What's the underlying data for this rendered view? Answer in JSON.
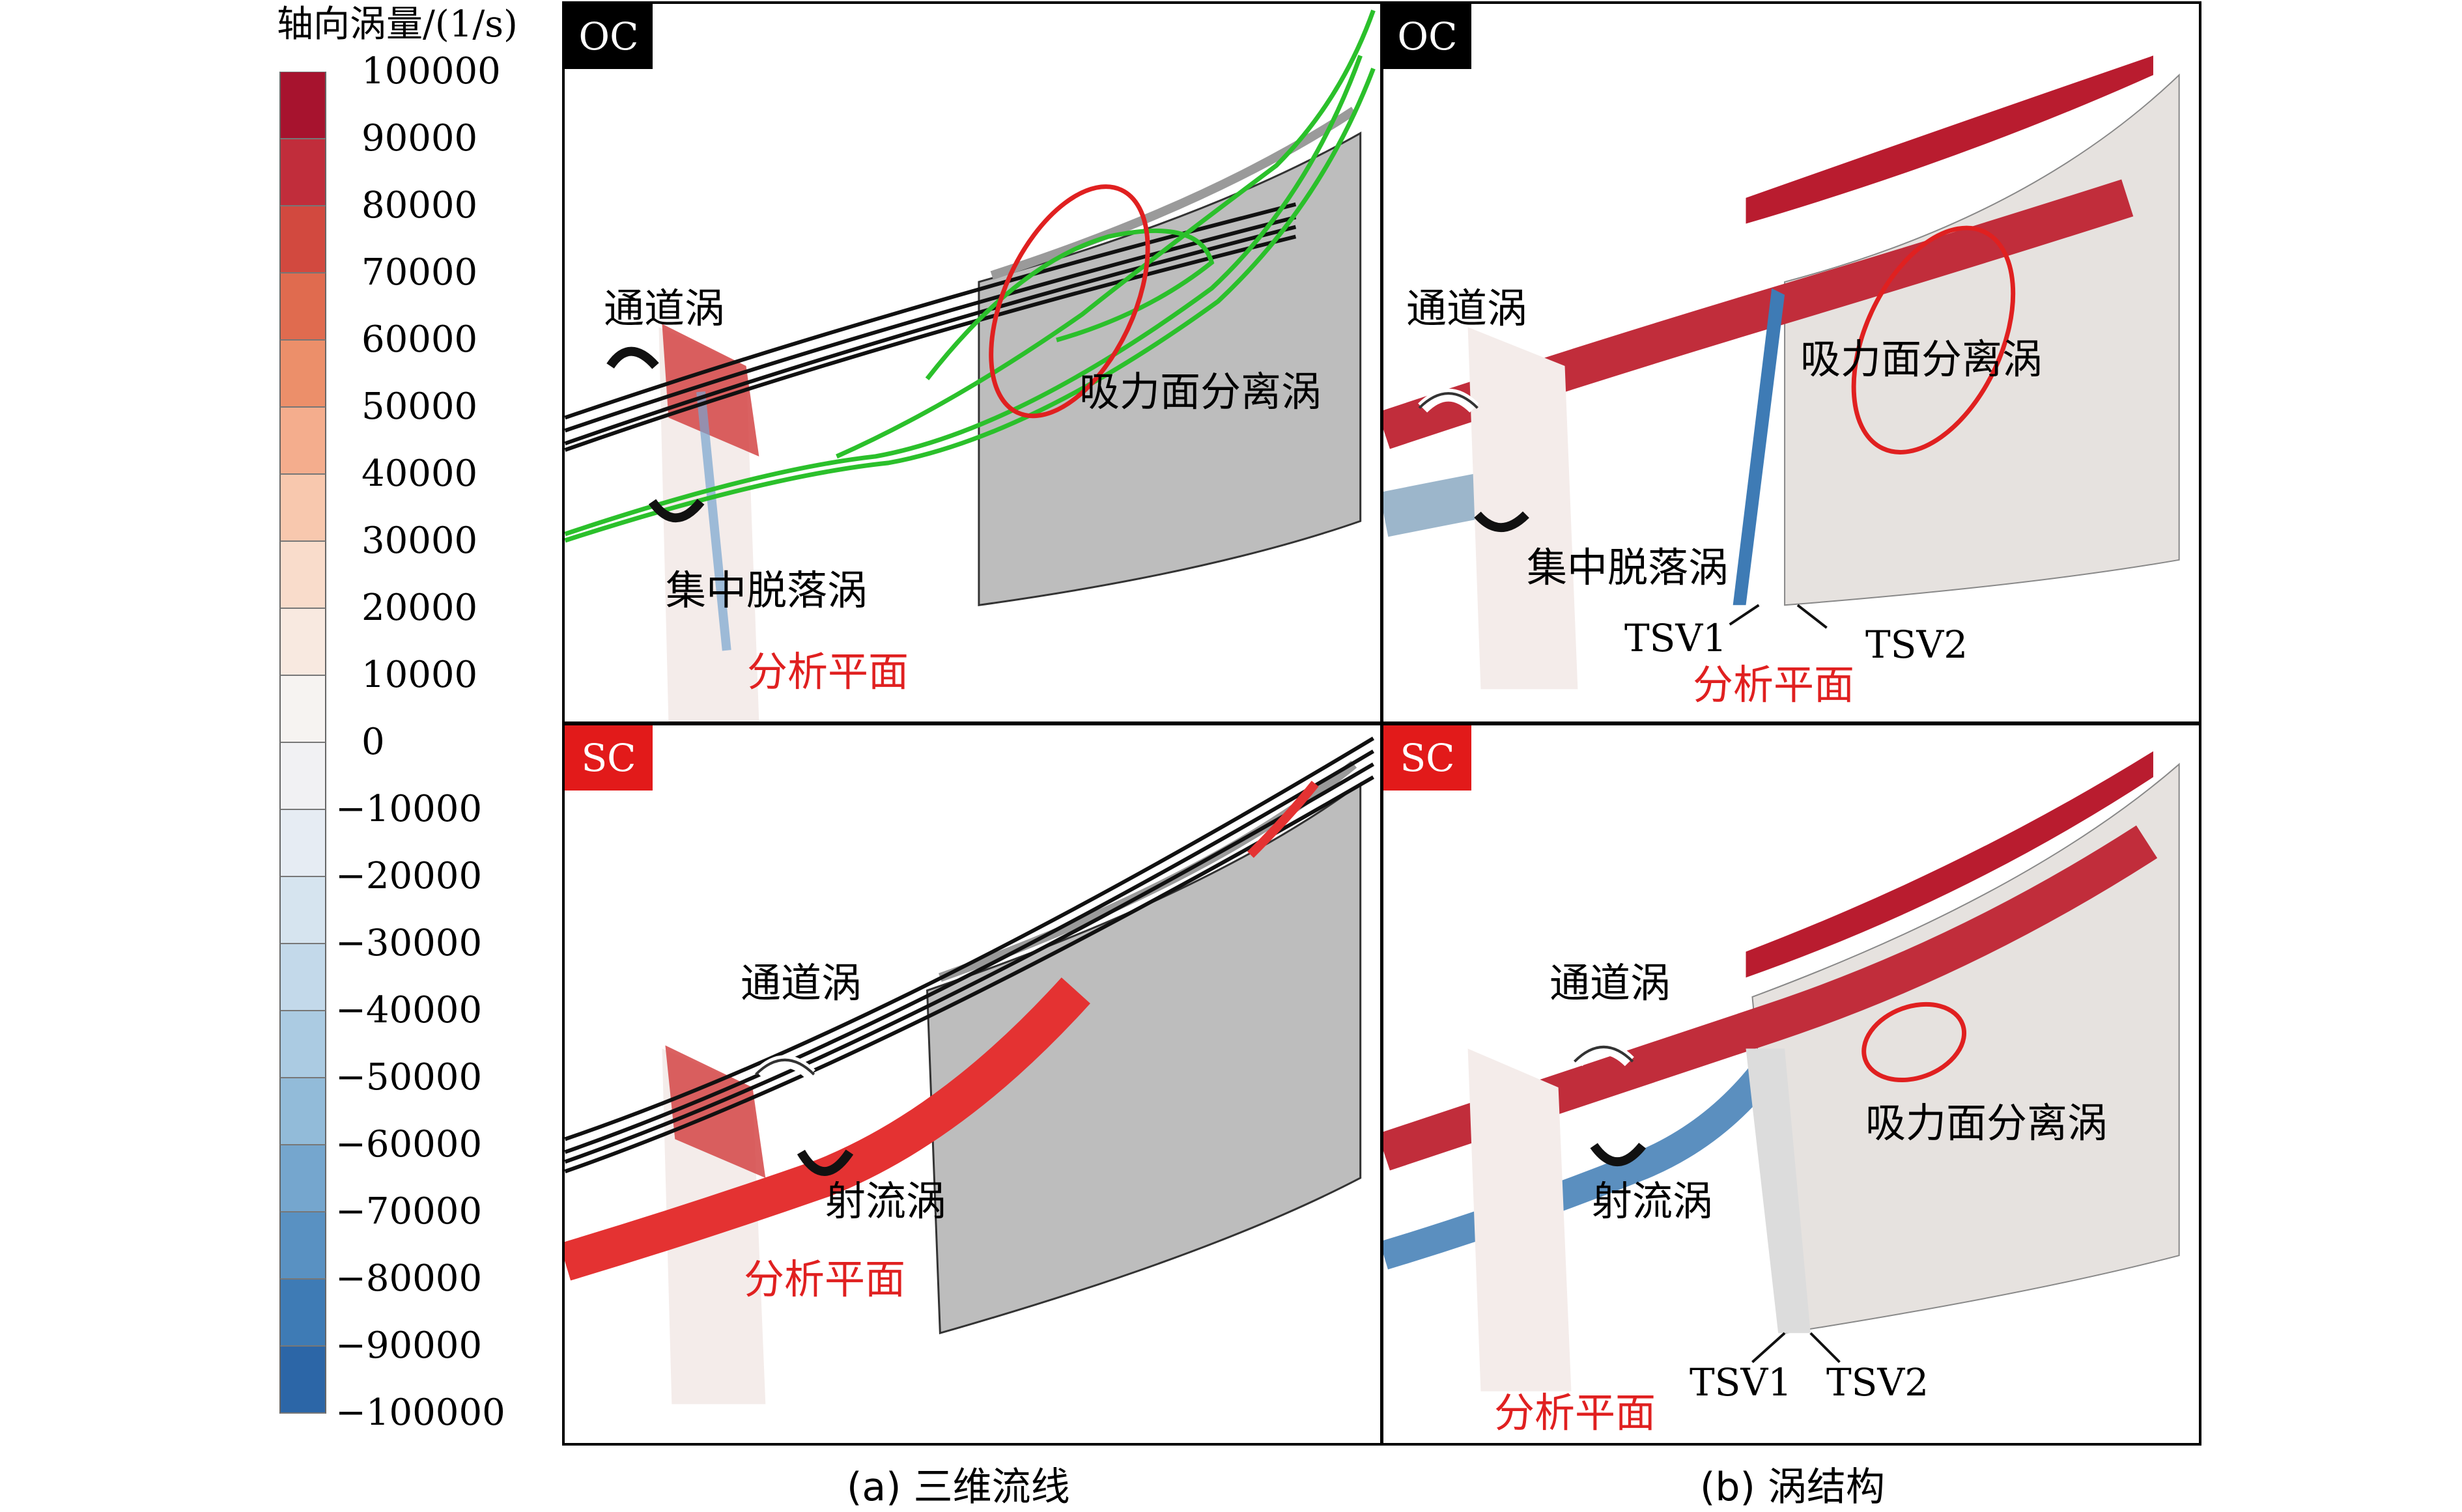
{
  "colorbar": {
    "title": "轴向涡量/(1/s)",
    "ticks": [
      "100000",
      "90000",
      "80000",
      "70000",
      "60000",
      "50000",
      "40000",
      "30000",
      "20000",
      "10000",
      "0",
      "−10000",
      "−20000",
      "−30000",
      "−40000",
      "−50000",
      "−60000",
      "−70000",
      "−80000",
      "−90000",
      "−100000"
    ],
    "colors": [
      "#a7132e",
      "#c12d3b",
      "#d2493f",
      "#e06b4f",
      "#ec8f6a",
      "#f4ad8d",
      "#f8c8ae",
      "#f9dccb",
      "#f8e9e0",
      "#f6f3f1",
      "#f1f1f3",
      "#e6ecf3",
      "#d6e4ef",
      "#c3d9ea",
      "#abcbe2",
      "#92bbd9",
      "#75a6ce",
      "#5991c2",
      "#3e7bb5",
      "#2c66a7"
    ]
  },
  "panels": {
    "oc_a": {
      "tag": "OC",
      "labels": {
        "passage_vortex": "通道涡",
        "suction_sep": "吸力面分离涡",
        "shed_vortex": "集中脱落涡",
        "plane": "分析平面"
      }
    },
    "oc_b": {
      "tag": "OC",
      "labels": {
        "passage_vortex": "通道涡",
        "suction_sep": "吸力面分离涡",
        "shed_vortex": "集中脱落涡",
        "plane": "分析平面",
        "tsv1": "TSV1",
        "tsv2": "TSV2"
      }
    },
    "sc_a": {
      "tag": "SC",
      "labels": {
        "passage_vortex": "通道涡",
        "jet_vortex": "射流涡",
        "plane": "分析平面"
      }
    },
    "sc_b": {
      "tag": "SC",
      "labels": {
        "passage_vortex": "通道涡",
        "suction_sep": "吸力面分离涡",
        "jet_vortex": "射流涡",
        "plane": "分析平面",
        "tsv1": "TSV1",
        "tsv2": "TSV2"
      }
    }
  },
  "captions": {
    "a": "(a) 三维流线",
    "b": "(b) 涡结构"
  }
}
